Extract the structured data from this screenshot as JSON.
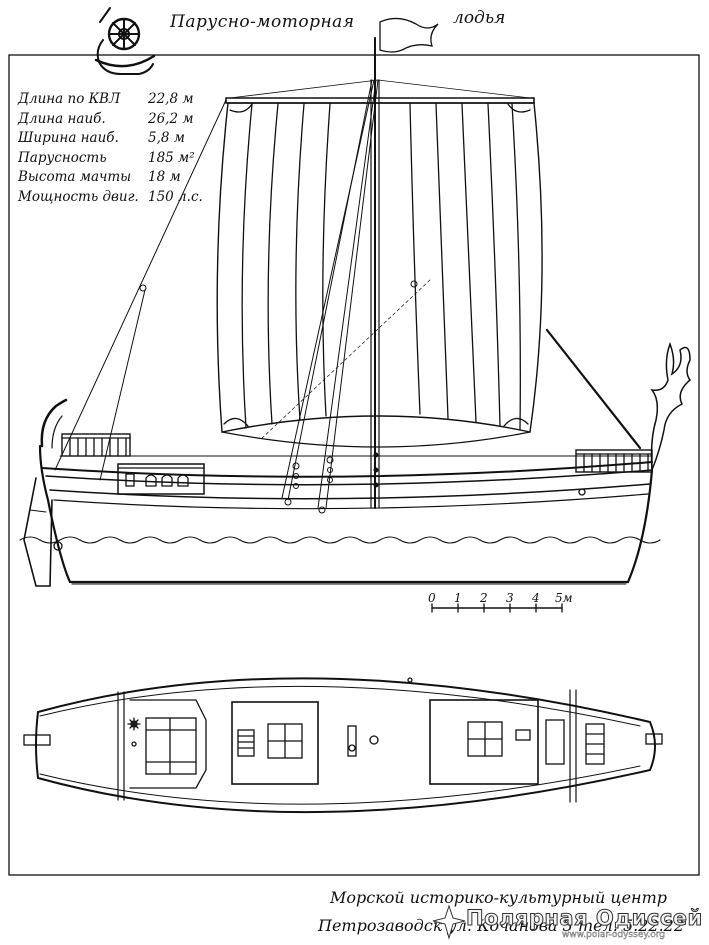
{
  "header": {
    "title_part1": "Парусно-моторная",
    "title_part2": "лодья"
  },
  "specs": [
    {
      "label": "Длина по КВЛ",
      "value": "22,8 м"
    },
    {
      "label": "Длина наиб.",
      "value": "26,2 м"
    },
    {
      "label": "Ширина наиб.",
      "value": "5,8 м"
    },
    {
      "label": "Парусность",
      "value": "185 м²"
    },
    {
      "label": "Высота мачты",
      "value": "18 м"
    },
    {
      "label": "Мощность двиг.",
      "value": "150 л.с."
    }
  ],
  "scale": {
    "ticks": [
      "0",
      "1",
      "2",
      "3",
      "4",
      "5м"
    ]
  },
  "footer": {
    "line1": "Морской историко-культурный центр",
    "line2": "Петрозаводск ул. Кочанова 3 тел. 5.22.22"
  },
  "watermark": {
    "text": "Полярная Одиссей",
    "url": "www.polar-odyssey.org"
  },
  "colors": {
    "ink": "#111111",
    "paper": "#ffffff"
  }
}
